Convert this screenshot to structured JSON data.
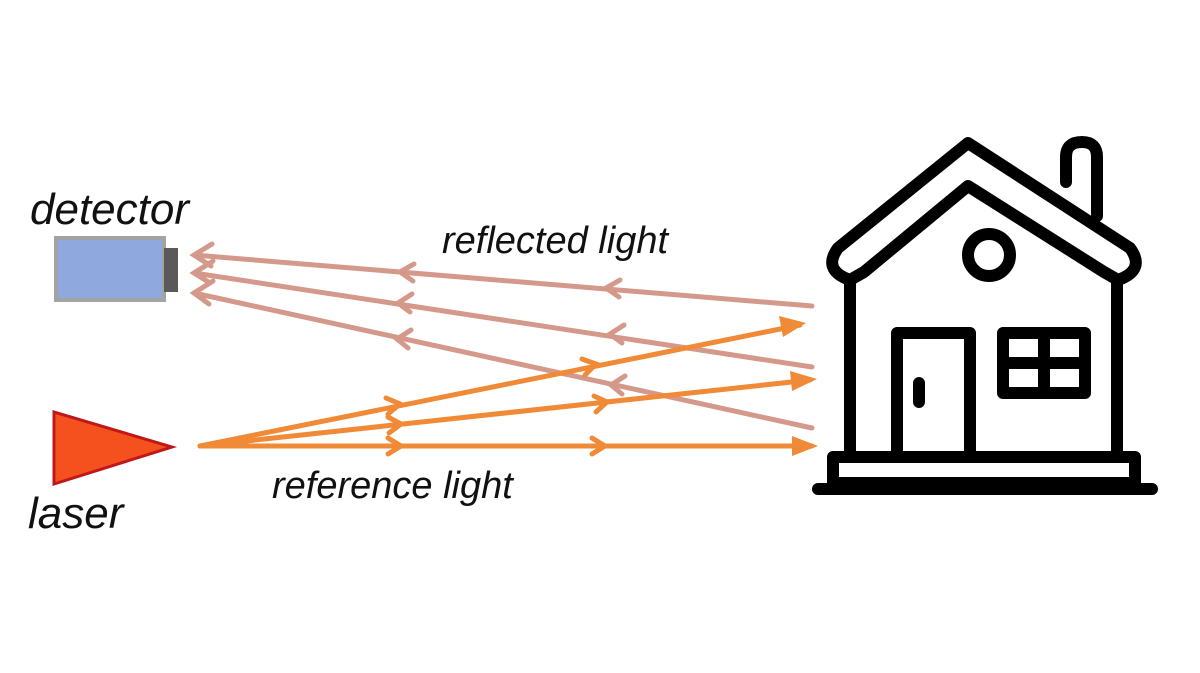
{
  "labels": {
    "detector": "detector",
    "laser": "laser",
    "reflected_light": "reflected light",
    "reference_light": "reference light"
  },
  "colors": {
    "reflected_beam": "#d4998a",
    "reference_beam": "#f08a36",
    "laser_fill": "#f5511e",
    "laser_stroke": "#c01818",
    "detector_body": "#8fa9df",
    "detector_frame": "#a3a3a3",
    "detector_lens": "#5a5a5a",
    "house_outline": "#000000"
  },
  "icons": {
    "detector": "detector-icon",
    "laser": "laser-icon",
    "target": "house-icon"
  }
}
